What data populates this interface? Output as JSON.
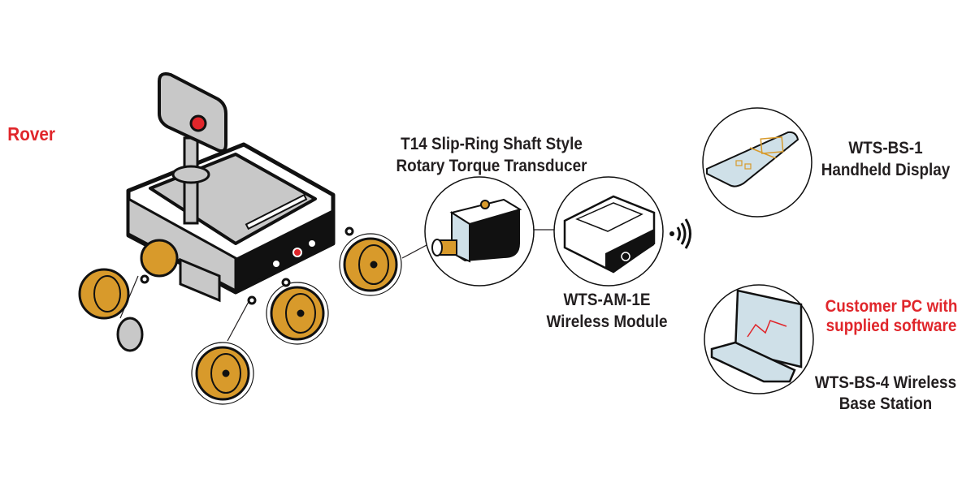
{
  "rover": {
    "label": "Rover"
  },
  "transducer": {
    "line1": "T14 Slip-Ring Shaft Style",
    "line2": "Rotary Torque Transducer"
  },
  "wireless_module": {
    "line1": "WTS-AM-1E",
    "line2": "Wireless Module"
  },
  "handheld": {
    "line1": "WTS-BS-1",
    "line2": "Handheld Display"
  },
  "customer_pc": {
    "line1": "Customer PC with",
    "line2": "supplied software"
  },
  "base_station": {
    "line1": "WTS-BS-4 Wireless",
    "line2": "Base Station"
  },
  "colors": {
    "accent_red": "#e0262b",
    "wheel_gold": "#d89a2b",
    "body_grey": "#c8c8c8",
    "screen_blue": "#cfe0e8",
    "text": "#231f20"
  }
}
